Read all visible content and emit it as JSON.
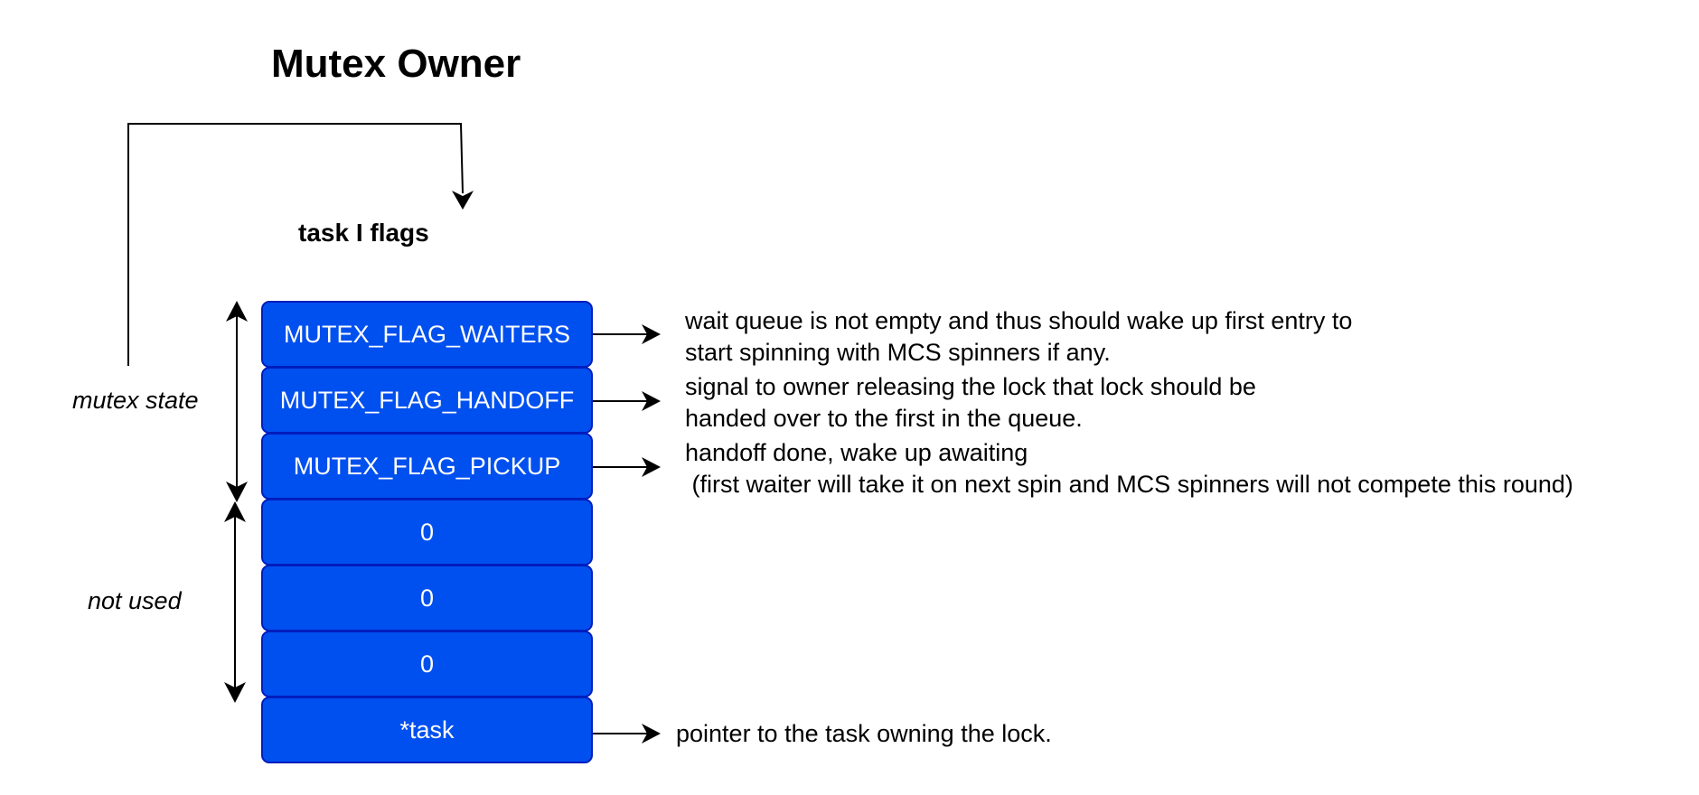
{
  "diagram": {
    "title": "Mutex Owner",
    "subtitle": "task I flags",
    "labels": {
      "mutex_state": "mutex state",
      "not_used": "not used"
    },
    "cells": [
      "MUTEX_FLAG_WAITERS",
      "MUTEX_FLAG_HANDOFF",
      "MUTEX_FLAG_PICKUP",
      "0",
      "0",
      "0",
      "*task"
    ],
    "descriptions": {
      "waiters": "wait queue is not empty and thus should wake up first entry to\nstart spinning with MCS spinners if any.",
      "handoff": "signal to owner releasing the lock that lock should be\nhanded over to the first in the queue.",
      "pickup": "handoff done, wake up awaiting\n (first waiter will take it on next spin and MCS spinners will not compete this round)",
      "task": "pointer to the task owning the lock."
    },
    "colors": {
      "cell_fill": "#0050ef",
      "cell_border": "#001dbc",
      "cell_text": "#ffffff",
      "line": "#000000"
    }
  }
}
